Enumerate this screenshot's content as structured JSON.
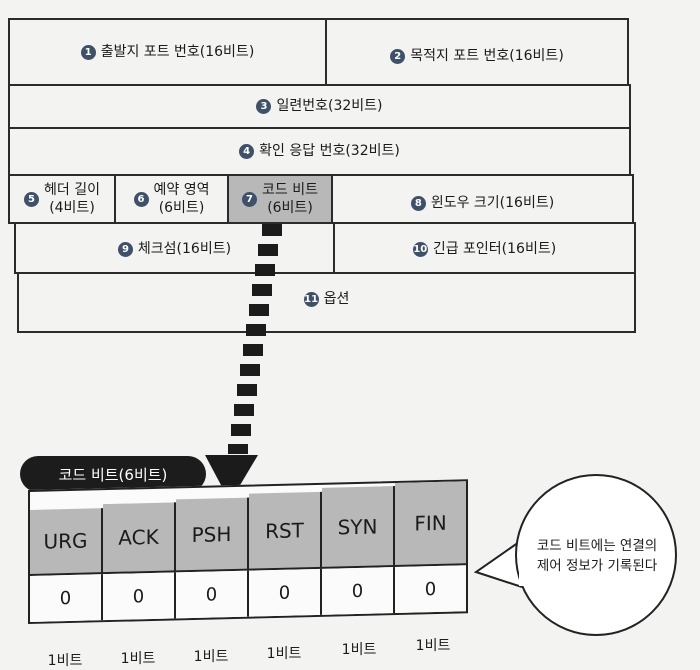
{
  "header_rows": [
    {
      "fields": [
        {
          "n": "1",
          "label": "출발지 포트 번호(16비트)"
        },
        {
          "n": "2",
          "label": "목적지 포트 번호(16비트)"
        }
      ]
    },
    {
      "fields": [
        {
          "n": "3",
          "label": "일련번호(32비트)"
        }
      ]
    },
    {
      "fields": [
        {
          "n": "4",
          "label": "확인 응답 번호(32비트)"
        }
      ]
    },
    {
      "fields": [
        {
          "n": "5",
          "label": "헤더 길이",
          "sub": "(4비트)"
        },
        {
          "n": "6",
          "label": "예약 영역",
          "sub": "(6비트)"
        },
        {
          "n": "7",
          "label": "코드 비트",
          "sub": "(6비트)"
        },
        {
          "n": "8",
          "label": "윈도우 크기(16비트)"
        }
      ]
    },
    {
      "fields": [
        {
          "n": "9",
          "label": "체크섬(16비트)"
        },
        {
          "n": "10",
          "label": "긴급 포인터(16비트)"
        }
      ]
    },
    {
      "fields": [
        {
          "n": "11",
          "label": "옵션"
        }
      ]
    }
  ],
  "code_bits_label": "코드 비트(6비트)",
  "flags": [
    "URG",
    "ACK",
    "PSH",
    "RST",
    "SYN",
    "FIN"
  ],
  "values": [
    "0",
    "0",
    "0",
    "0",
    "0",
    "0"
  ],
  "bit_size_labels": [
    "1비트",
    "1비트",
    "1비트",
    "1비트",
    "1비트",
    "1비트"
  ],
  "callout": {
    "line1": "코드 비트에는 연결의",
    "line2": "제어 정보가 기록된다"
  },
  "colors": {
    "highlight": "#b8b8b8",
    "badge": "#3f5168",
    "tag": "#1c1c1c"
  }
}
